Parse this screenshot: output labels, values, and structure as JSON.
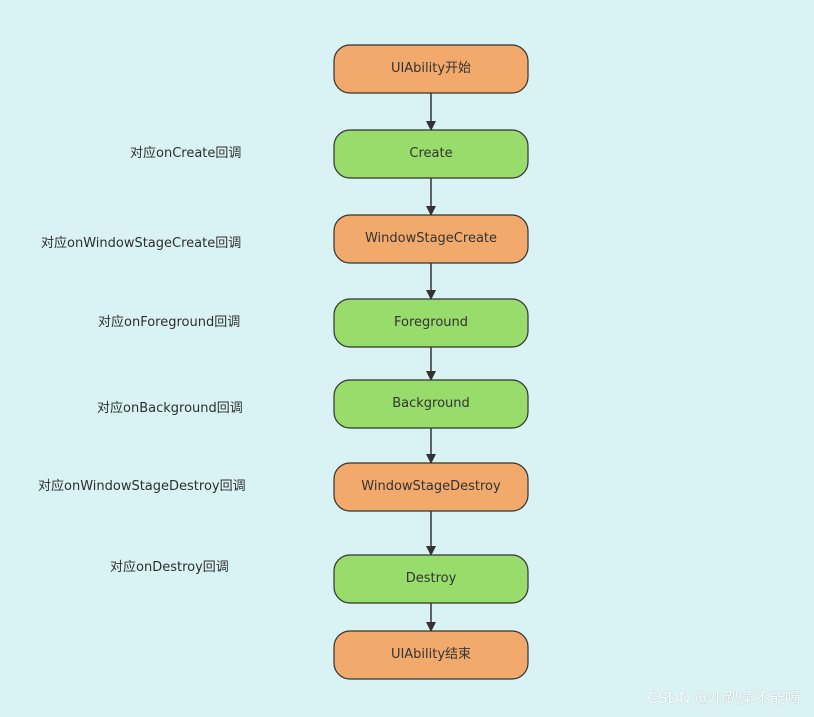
{
  "colors": {
    "background": "#d9f3f5",
    "orange_fill": "#f2aa6c",
    "green_fill": "#98dc6b",
    "stroke": "#333333",
    "arrow": "#333333"
  },
  "nodes": [
    {
      "text": "UIAbility开始",
      "color": "orange"
    },
    {
      "text": "Create",
      "color": "green"
    },
    {
      "text": "WindowStageCreate",
      "color": "orange"
    },
    {
      "text": "Foreground",
      "color": "green"
    },
    {
      "text": "Background",
      "color": "green"
    },
    {
      "text": "WindowStageDestroy",
      "color": "orange"
    },
    {
      "text": "Destroy",
      "color": "green"
    },
    {
      "text": "UIAbility结束",
      "color": "orange"
    }
  ],
  "callback_labels": [
    "对应onCreate回调",
    "对应onWindowStageCreate回调",
    "对应onForeground回调",
    "对应onBackground回调",
    "对应onWindowStageDestroy回调",
    "对应onDestroy回调"
  ],
  "watermark": "CSDN @小趴菜不能喝"
}
